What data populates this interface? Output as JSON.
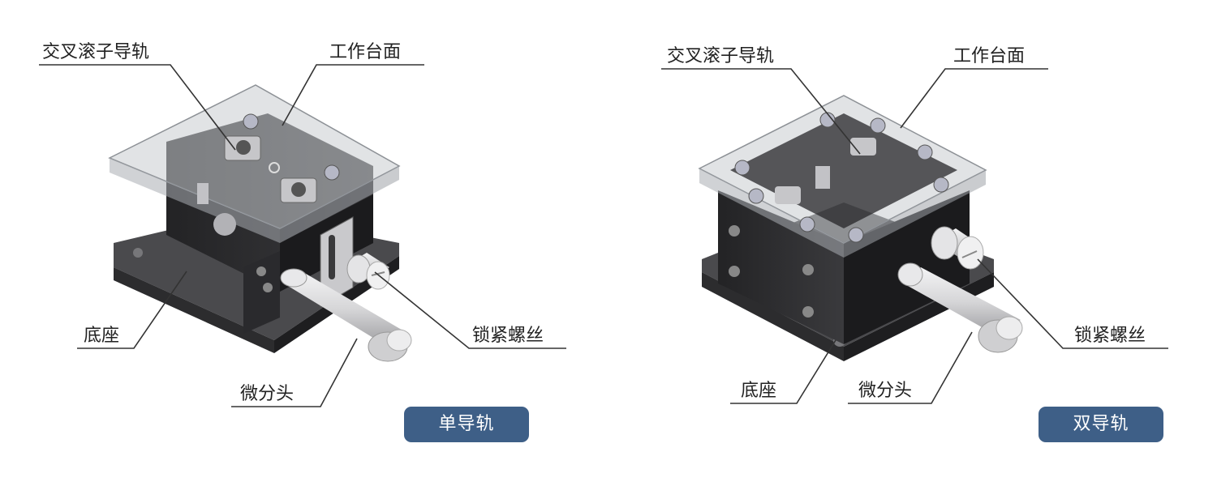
{
  "left_panel": {
    "labels": {
      "cross_roller_guide": "交叉滚子导轨",
      "work_table": "工作台面",
      "base": "底座",
      "locking_screw": "锁紧螺丝",
      "micrometer_head": "微分头"
    },
    "badge": "单导轨"
  },
  "right_panel": {
    "labels": {
      "cross_roller_guide": "交叉滚子导轨",
      "work_table": "工作台面",
      "base": "底座",
      "locking_screw": "锁紧螺丝",
      "micrometer_head": "微分头"
    },
    "badge": "双导轨"
  },
  "colors": {
    "badge_bg": "#3e5f87",
    "leader_line": "#333333",
    "stage_dark": "#2a2a2c",
    "glass_plate": "#b8bcc0",
    "micrometer_silver": "#d8d8da"
  }
}
